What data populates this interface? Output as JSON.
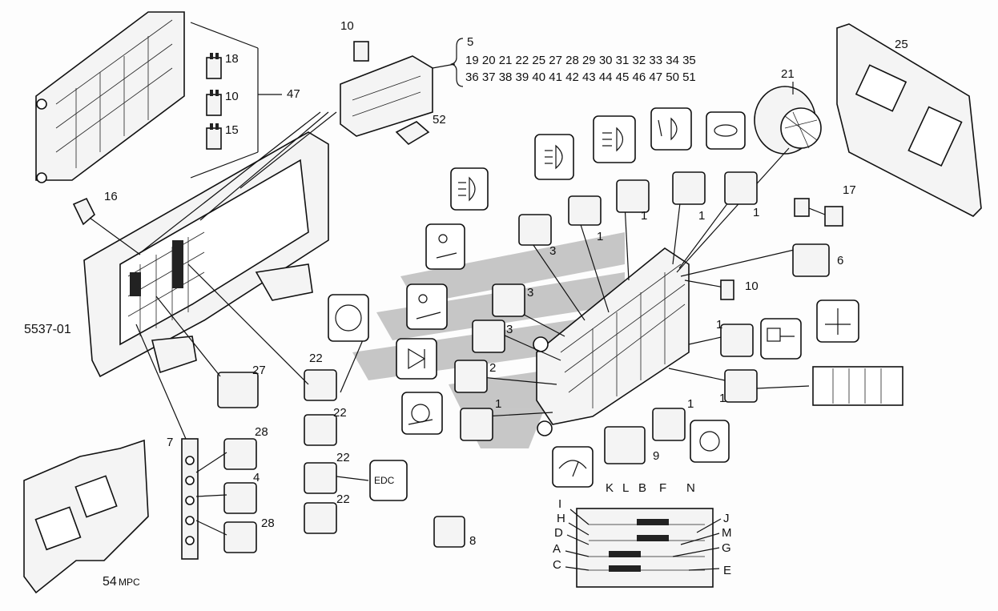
{
  "diagram_id": "5537-01",
  "assembly_label": "54",
  "assembly_suffix": "MPC",
  "watermark_color": "#9a9a9a",
  "callouts": {
    "c10_top": "10",
    "c18": "18",
    "c10_fuse": "10",
    "c15": "15",
    "c47": "47",
    "c16": "16",
    "c52": "52",
    "c5": "5",
    "row1": "19 20 21 22 25 27 28 29 30 31 32 33 34 35",
    "row2": "36 37 38 39 40 41 42 43 44 45 46 47 50 51",
    "c21": "21",
    "c25": "25",
    "c17": "17",
    "c6": "6",
    "c10_right": "10",
    "c1a": "1",
    "c1b": "1",
    "c1c": "1",
    "c1d": "1",
    "c3a": "3",
    "c3b": "3",
    "c3c": "3",
    "c2": "2",
    "c1e": "1",
    "c1f": "1",
    "c1g": "1",
    "c1h": "1",
    "c9": "9",
    "c27": "27",
    "c22a": "22",
    "c22b": "22",
    "c22c": "22",
    "c22d": "22",
    "c7": "7",
    "c28a": "28",
    "c4": "4",
    "c28b": "28",
    "c8": "8"
  },
  "edc_label": "EDC",
  "fuse_letters": {
    "K": "K",
    "L": "L",
    "B": "B",
    "F": "F",
    "N": "N",
    "I": "I",
    "H": "H",
    "D": "D",
    "A": "A",
    "C": "C",
    "J": "J",
    "M": "M",
    "G": "G",
    "E": "E"
  }
}
